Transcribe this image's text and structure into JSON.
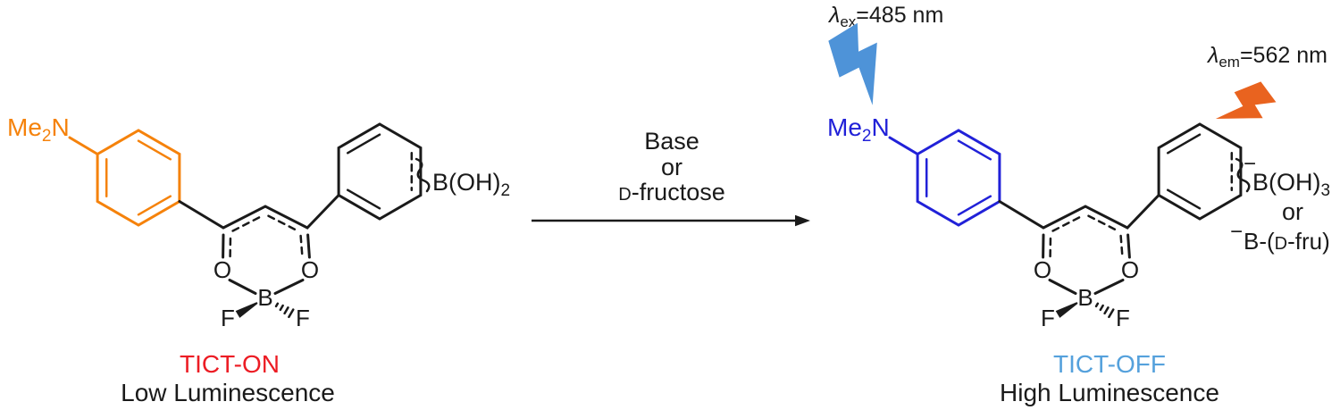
{
  "colors": {
    "ink": "#1a1a1a",
    "orange": "#f5820b",
    "blue": "#2121d8",
    "red": "#ec1c24",
    "light_blue": "#55a1dc",
    "bolt_blue": "#4e93d8",
    "bolt_orange": "#e9631f"
  },
  "left_structure": {
    "amine": {
      "text": "Me",
      "sub": "2",
      "post": "N"
    },
    "boronic_acid": {
      "main": "B(OH)",
      "sub": "2"
    },
    "atoms": {
      "o_left": "O",
      "o_right": "O",
      "boron": "B",
      "f_left": "F",
      "f_right": "F"
    },
    "state": "TICT-ON",
    "caption": "Low Luminescence"
  },
  "reaction": {
    "line1": "Base",
    "line2": "or",
    "line3_d": "D",
    "line3_rest": "-fructose"
  },
  "right_structure": {
    "amine": {
      "text": "Me",
      "sub": "2",
      "post": "N"
    },
    "boronate": {
      "charge": "−",
      "main": "B(OH)",
      "sub": "3"
    },
    "alternative": {
      "or": "or",
      "charge": "−",
      "main": "B-(",
      "d": "D",
      "rest": "-fru)"
    },
    "atoms": {
      "o_left": "O",
      "o_right": "O",
      "boron": "B",
      "f_left": "F",
      "f_right": "F"
    },
    "state": "TICT-OFF",
    "caption": "High Luminescence"
  },
  "annotations": {
    "excitation": {
      "lambda": "λ",
      "sub": "ex",
      "value": "=485 nm"
    },
    "emission": {
      "lambda": "λ",
      "sub": "em",
      "value": "=562 nm"
    }
  }
}
